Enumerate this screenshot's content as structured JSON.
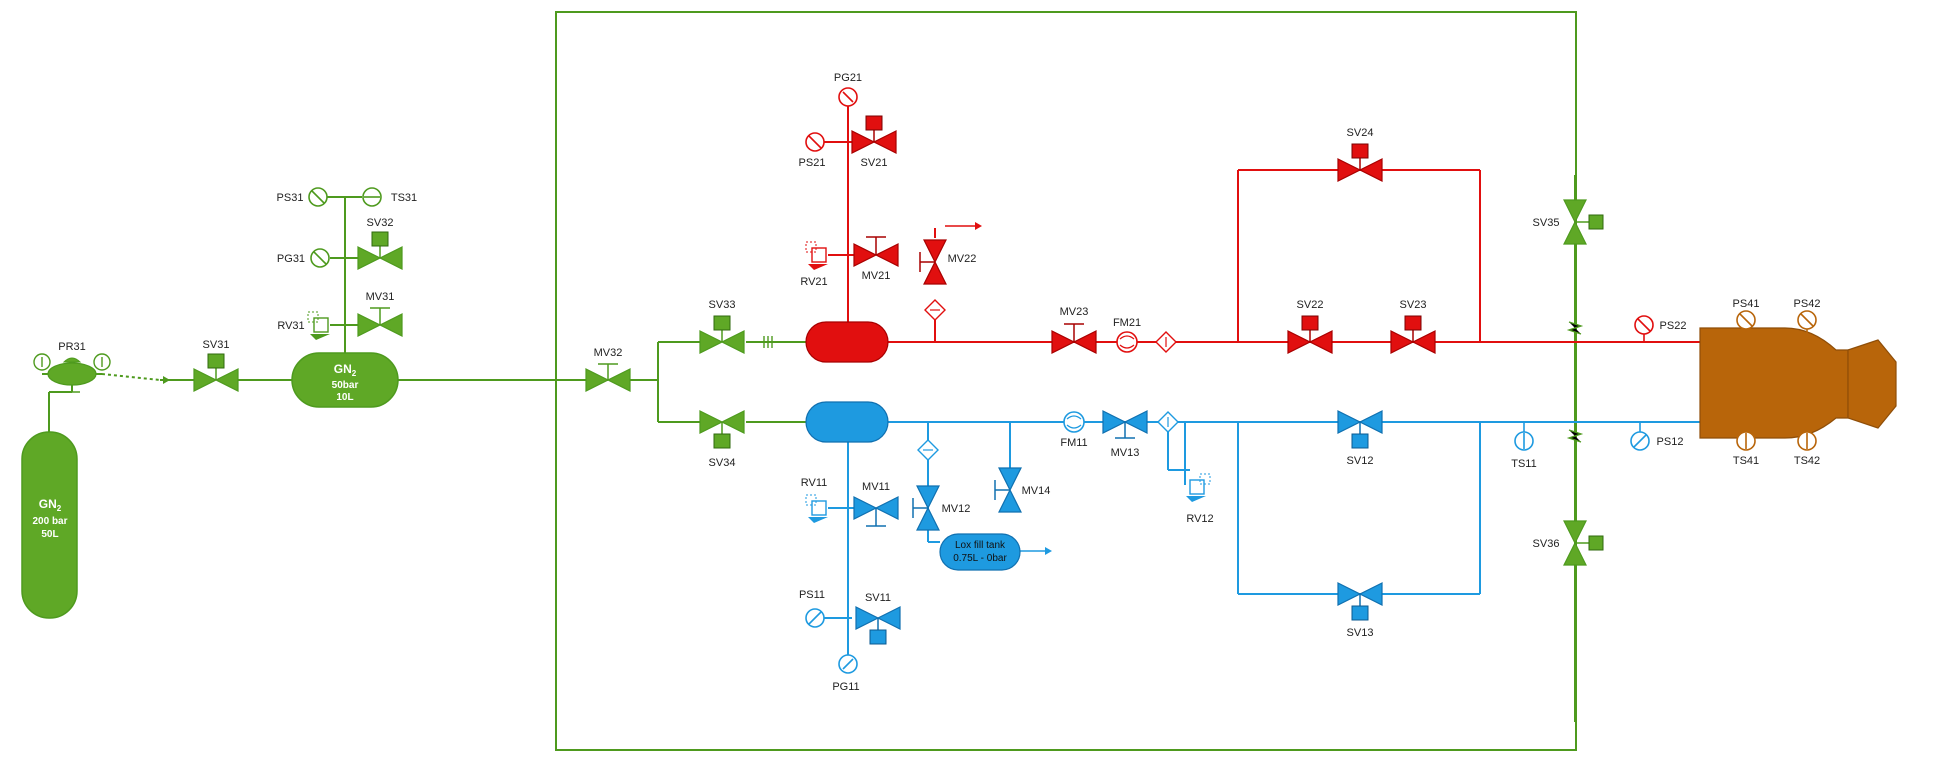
{
  "colors": {
    "pressurant": "#4E9A1E",
    "pressurant_fill": "#5FA826",
    "fuel": "#E10F0F",
    "lox": "#1E9AE0",
    "engine": "#B8650A",
    "label": "#222222"
  },
  "icons": {
    "valve": "bowtie-valve-icon",
    "solenoid": "solenoid-valve-icon",
    "manual": "manual-valve-icon",
    "gauge": "pressure-gauge-icon",
    "sensor": "pressure-sensor-icon",
    "temperature": "temperature-sensor-icon",
    "flowmeter": "flow-meter-icon",
    "filter": "filter-icon",
    "relief": "relief-valve-icon",
    "engine": "rocket-engine-icon"
  },
  "tanks": {
    "gn2_bottle": {
      "name": "GN",
      "sub": "2",
      "line1": "200 bar",
      "line2": "50L"
    },
    "gn2_tank": {
      "name": "GN",
      "sub": "2",
      "line1": "50bar",
      "line2": "10L"
    },
    "lox_fill": {
      "line1": "Lox fill tank",
      "line2": "0.75L - 0bar"
    }
  },
  "labels": {
    "pr31": "PR31",
    "sv31": "SV31",
    "ps31": "PS31",
    "ts31": "TS31",
    "sv32": "SV32",
    "pg31": "PG31",
    "mv31": "MV31",
    "rv31": "RV31",
    "mv32": "MV32",
    "sv33": "SV33",
    "sv34": "SV34",
    "pg21": "PG21",
    "ps21": "PS21",
    "sv21": "SV21",
    "rv21": "RV21",
    "mv21": "MV21",
    "mv22": "MV22",
    "mv23": "MV23",
    "fm21": "FM21",
    "sv22": "SV22",
    "sv23": "SV23",
    "sv24": "SV24",
    "sv35": "SV35",
    "ps22": "PS22",
    "ps41": "PS41",
    "ps42": "PS42",
    "ts41": "TS41",
    "ts42": "TS42",
    "fm11": "FM11",
    "mv13": "MV13",
    "mv12": "MV12",
    "mv14": "MV14",
    "rv11": "RV11",
    "mv11": "MV11",
    "rv12": "RV12",
    "sv12": "SV12",
    "sv13": "SV13",
    "ts11": "TS11",
    "ps12": "PS12",
    "sv36": "SV36",
    "ps11": "PS11",
    "sv11": "SV11",
    "pg11": "PG11"
  }
}
